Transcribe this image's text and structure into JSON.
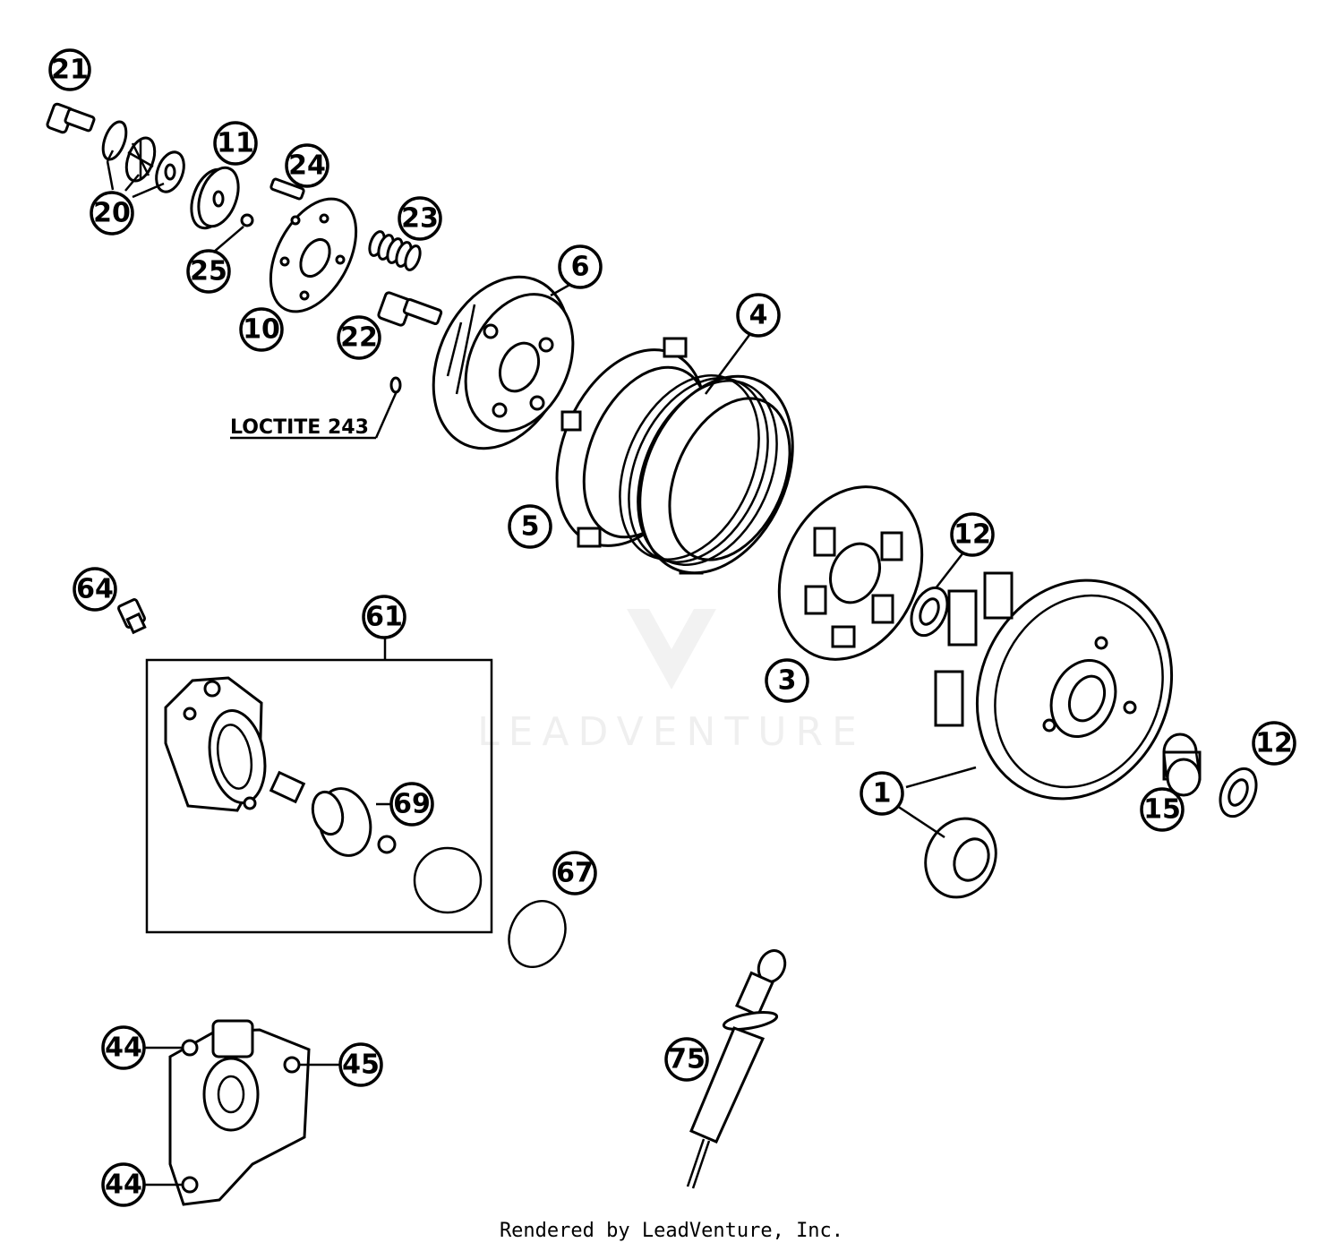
{
  "callouts": [
    "21",
    "20",
    "11",
    "24",
    "25",
    "10",
    "23",
    "22",
    "6",
    "4",
    "5",
    "3",
    "12",
    "1",
    "15",
    "12",
    "64",
    "61",
    "69",
    "67",
    "44",
    "45",
    "44",
    "75"
  ],
  "note": "LOCTITE 243",
  "watermark": "LEADVENTURE",
  "credit": "Rendered by LeadVenture, Inc.",
  "colors": {
    "line": "#000000",
    "background": "#ffffff"
  }
}
